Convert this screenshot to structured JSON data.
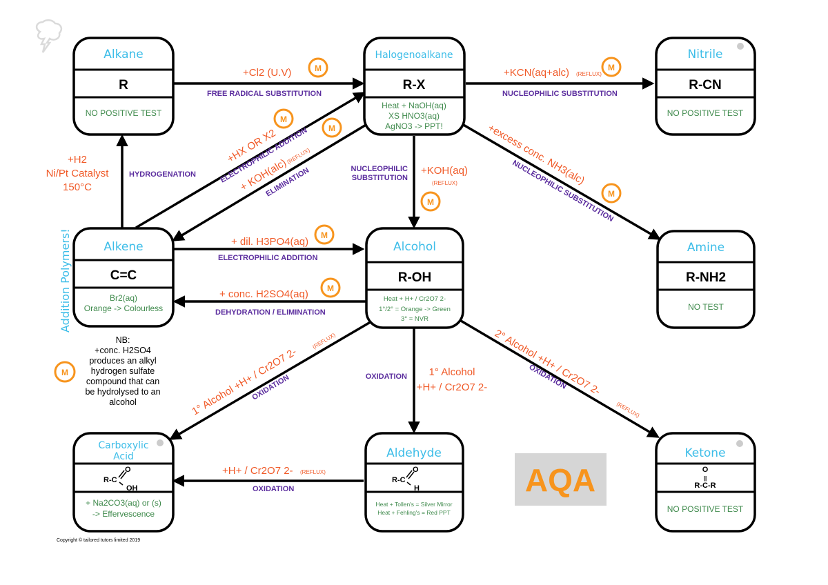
{
  "colors": {
    "title": "#3dbde8",
    "test": "#3f8a4c",
    "reagent": "#f05a28",
    "mechanism": "#5b2d9e",
    "mark_badge": "#f7941d",
    "logo_bg": "#d6d6d6"
  },
  "mark_badge_label": "M",
  "boxes": {
    "alkane": {
      "title": "Alkane",
      "formula": "R",
      "test": [
        "NO POSITIVE TEST"
      ]
    },
    "halogenoalkane": {
      "title": "Halogenoalkane",
      "formula": "R-X",
      "test": [
        "Heat + NaOH(aq)",
        "XS HNO3(aq)",
        "AgNO3 -> PPT!"
      ]
    },
    "nitrile": {
      "title": "Nitrile",
      "formula": "R-CN",
      "test": [
        "NO POSITIVE TEST"
      ]
    },
    "alkene": {
      "title": "Alkene",
      "formula": "C=C",
      "test": [
        "Br2(aq)",
        "Orange -> Colourless"
      ]
    },
    "alcohol": {
      "title": "Alcohol",
      "formula": "R-OH",
      "test": [
        "Heat + H+ / Cr2O7 2-",
        "1°/2° = Orange -> Green",
        "3° = NVR"
      ]
    },
    "amine": {
      "title": "Amine",
      "formula": "R-NH2",
      "test": [
        "NO TEST"
      ]
    },
    "carboxylic_acid": {
      "title": [
        "Carboxylic",
        "Acid"
      ],
      "formula": {
        "left": "R-C",
        "top": "O",
        "bottom": "OH"
      },
      "test": [
        "+ Na2CO3(aq) or (s)",
        "-> Effervescence"
      ]
    },
    "aldehyde": {
      "title": "Aldehyde",
      "formula": {
        "left": "R-C",
        "top": "O",
        "bottom": "H"
      },
      "test": [
        "Heat + Tollen's = Silver Mirror",
        "Heat + Fehling's = Red PPT"
      ]
    },
    "ketone": {
      "title": "Ketone",
      "formula": {
        "top": "O",
        "mid": "||",
        "bottom": "R-C-R"
      },
      "test": [
        "NO POSITIVE TEST"
      ]
    }
  },
  "reactions": {
    "alkane_to_halo": {
      "reagent": "+Cl2 (U.V)",
      "mechanism": "FREE RADICAL SUBSTITUTION"
    },
    "halo_to_nitrile": {
      "reagent": "+KCN(aq+alc)",
      "condition": "(REFLUX)",
      "mechanism": "NUCLEOPHILIC SUBSTITUTION"
    },
    "alkene_to_alkane": {
      "reagent": [
        "+H2",
        "Ni/Pt Catalyst",
        "150°C"
      ],
      "mechanism": "HYDROGENATION"
    },
    "alkene_to_halo": {
      "reagent": "+HX OR X2",
      "mechanism": "ELECTROPHILIC ADDITION"
    },
    "halo_to_alkene": {
      "reagent": "+ KOH(alc)",
      "condition": "(REFLUX)",
      "mechanism": "ELIMINATION"
    },
    "halo_to_alcohol": {
      "reagent": "+KOH(aq)",
      "condition": "(REFLUX)",
      "mechanism": [
        "NUCLEOPHILIC",
        "SUBSTITUTION"
      ]
    },
    "halo_to_amine": {
      "reagent": "+excess conc. NH3(alc)",
      "mechanism": "NUCLEOPHILIC SUBSTITUTION"
    },
    "alkene_to_alcohol": {
      "reagent": "+ dil. H3PO4(aq)",
      "mechanism": "ELECTROPHILIC ADDITION"
    },
    "alcohol_to_alkene": {
      "reagent": "+ conc. H2SO4(aq)",
      "mechanism": "DEHYDRATION / ELIMINATION"
    },
    "alcohol_to_acid": {
      "reagent": "1° Alcohol +H+ / Cr2O7 2-",
      "condition": "(REFLUX)",
      "mechanism": "OXIDATION"
    },
    "alcohol_to_aldehyde": {
      "reagent": [
        "1° Alcohol",
        "+H+ / Cr2O7 2-"
      ],
      "mechanism": "OXIDATION"
    },
    "alcohol_to_ketone": {
      "reagent": "2° Alcohol +H+ / Cr2O7 2-",
      "condition": "(REFLUX)",
      "mechanism": "OXIDATION"
    },
    "aldehyde_to_acid": {
      "reagent": "+H+ / Cr2O7 2-",
      "condition": "(REFLUX)",
      "mechanism": "OXIDATION"
    }
  },
  "side_label": "Addition Polymers!",
  "note": [
    "NB:",
    "+conc. H2SO4",
    "produces an alkyl",
    "hydrogen sulfate",
    "compound that can",
    "be hydrolysed to an",
    "alcohol"
  ],
  "logo": "AQA",
  "copyright": "Copyright © tailored tutors limited 2019"
}
